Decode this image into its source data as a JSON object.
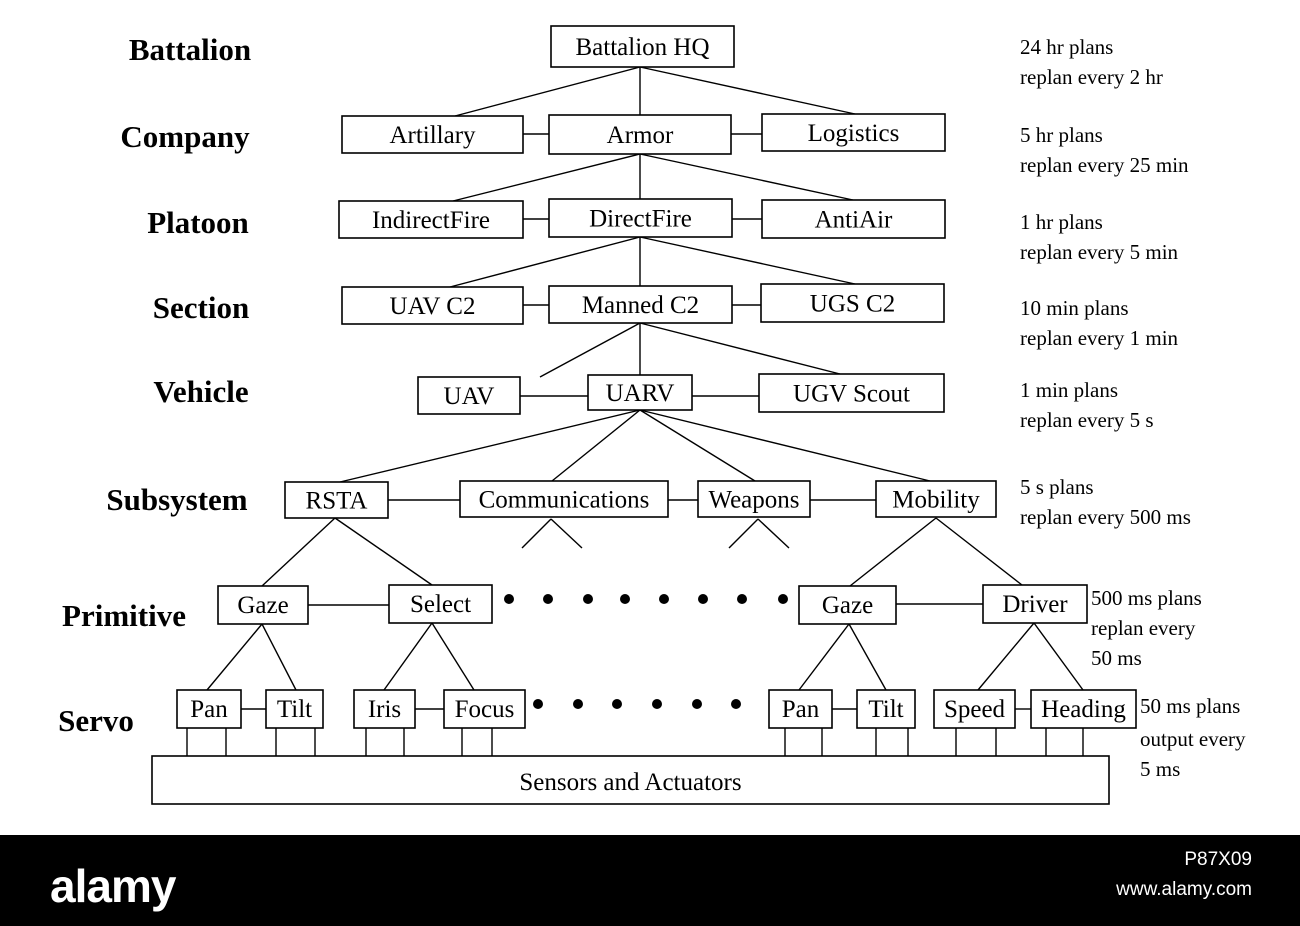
{
  "levels": [
    "Battalion",
    "Company",
    "Platoon",
    "Section",
    "Vehicle",
    "Subsystem",
    "Primitive",
    "Servo"
  ],
  "nodes": {
    "battalion_hq": "Battalion HQ",
    "artillary": "Artillary",
    "armor": "Armor",
    "logistics": "Logistics",
    "indirectfire": "IndirectFire",
    "directfire": "DirectFire",
    "antiair": "AntiAir",
    "uav_c2": "UAV C2",
    "manned_c2": "Manned C2",
    "ugs_c2": "UGS C2",
    "uav": "UAV",
    "uarv": "UARV",
    "ugv_scout": "UGV Scout",
    "rsta": "RSTA",
    "communications": "Communications",
    "weapons": "Weapons",
    "mobility": "Mobility",
    "gaze_left": "Gaze",
    "select": "Select",
    "gaze_right": "Gaze",
    "driver": "Driver",
    "pan_left": "Pan",
    "tilt_left": "Tilt",
    "iris": "Iris",
    "focus": "Focus",
    "pan_right": "Pan",
    "tilt_right": "Tilt",
    "speed": "Speed",
    "heading": "Heading",
    "sensors_actuators": "Sensors and Actuators"
  },
  "notes": {
    "battalion": [
      "24 hr plans",
      "replan every 2 hr"
    ],
    "company": [
      "5 hr plans",
      "replan every 25 min"
    ],
    "platoon": [
      "1 hr plans",
      "replan every 5 min"
    ],
    "section": [
      "10 min plans",
      "replan every 1 min"
    ],
    "vehicle": [
      "1 min plans",
      "replan every 5 s"
    ],
    "subsystem": [
      "5 s plans",
      "replan every 500 ms"
    ],
    "primitive": [
      "500 ms plans",
      "replan every",
      "50 ms"
    ],
    "servo": [
      "50 ms plans",
      "output every",
      "5 ms"
    ]
  },
  "watermark": {
    "brand": "alamy",
    "image_id": "P87X09",
    "url": "www.alamy.com"
  }
}
